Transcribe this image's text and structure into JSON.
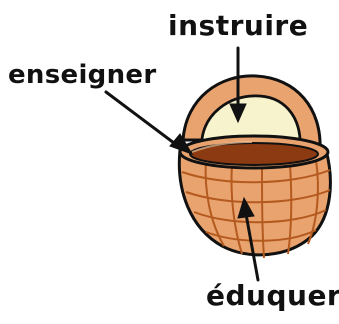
{
  "labels": {
    "instruire": "instruire",
    "enseigner": "enseigner",
    "eduquer": "éduquer"
  },
  "icons": {
    "basket": "basket-icon"
  },
  "colors": {
    "basket_fill": "#E9A36F",
    "basket_dark": "#B45A1F",
    "basket_interior": "#8B3A12",
    "handle_inner": "#F7F3CC",
    "outline": "#111111",
    "text": "#111111"
  }
}
